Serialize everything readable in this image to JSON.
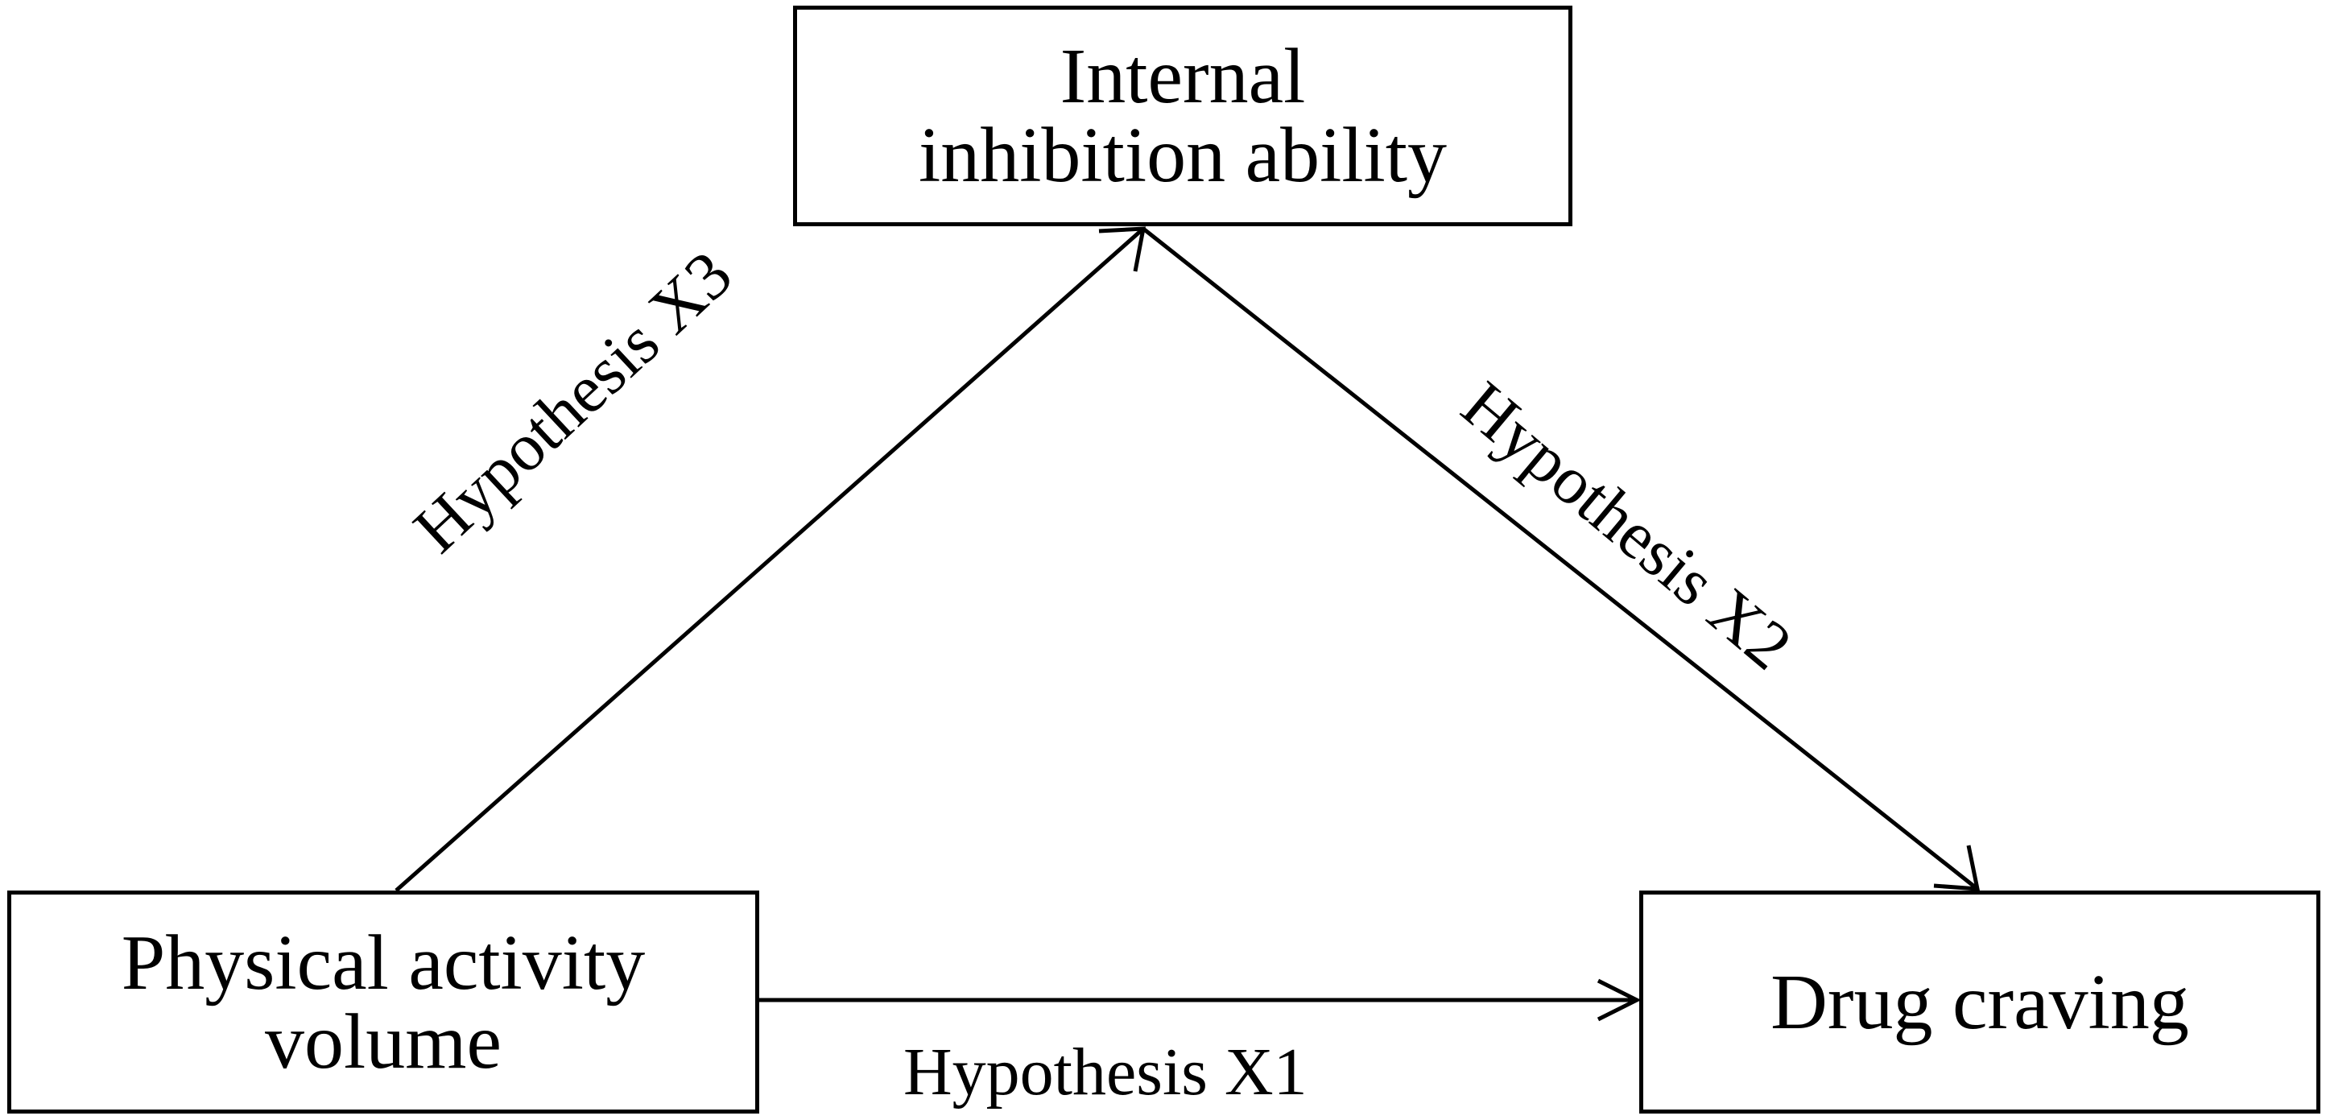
{
  "nodes": {
    "internal_inhibition": {
      "line1": "Internal",
      "line2": "inhibition ability"
    },
    "physical_activity": {
      "line1": "Physical activity",
      "line2": "volume"
    },
    "drug_craving": {
      "label": "Drug craving"
    }
  },
  "edges": {
    "x1": {
      "label": "Hypothesis X1",
      "from": "physical_activity",
      "to": "drug_craving"
    },
    "x2": {
      "label": "Hypothesis X2",
      "from": "internal_inhibition",
      "to": "drug_craving"
    },
    "x3": {
      "label": "Hypothesis X3",
      "from": "physical_activity",
      "to": "internal_inhibition"
    }
  },
  "colors": {
    "line": "#000000",
    "background": "#ffffff"
  }
}
